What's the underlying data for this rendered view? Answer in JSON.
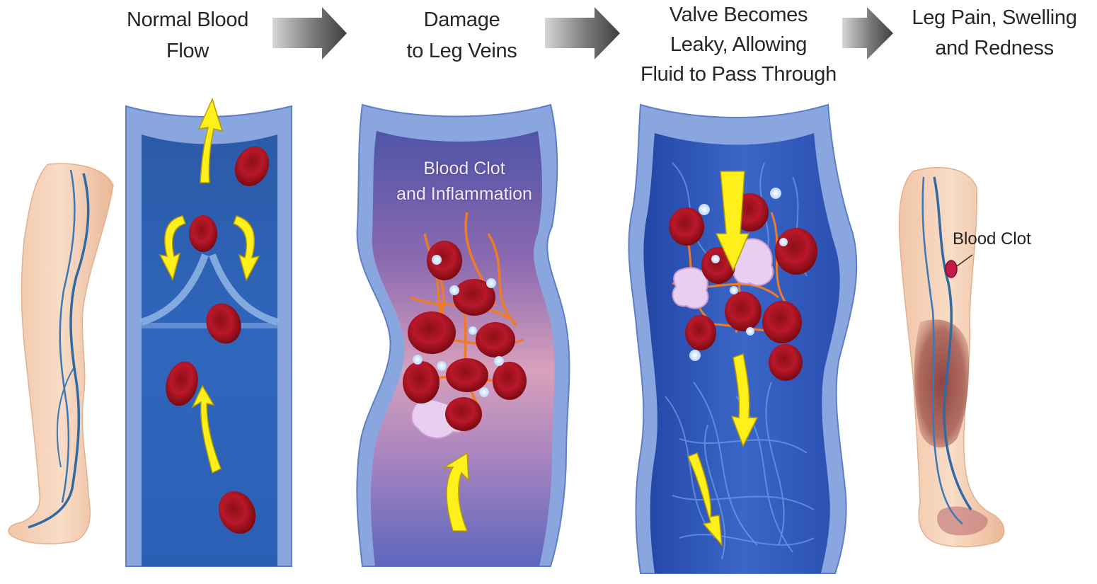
{
  "steps": [
    {
      "label": "Normal Blood\nFlow"
    },
    {
      "label": "Damage\nto Leg Veins"
    },
    {
      "label": "Valve Becomes\nLeaky, Allowing\nFluid to Pass Through"
    },
    {
      "label": "Leg Pain, Swelling\nand Redness"
    }
  ],
  "annotations": {
    "clot_inflammation": "Blood Clot\nand Inflammation",
    "blood_clot": "Blood Clot"
  },
  "colors": {
    "vein_wall": "#8aa6df",
    "vein_blue": "#2d61b5",
    "blood_cell": "#b01420",
    "flow_arrow": "#ffef1a",
    "fibrin": "#f07a26",
    "skin": "#f6d3b8",
    "header_arrow": "#4a4a4a"
  }
}
